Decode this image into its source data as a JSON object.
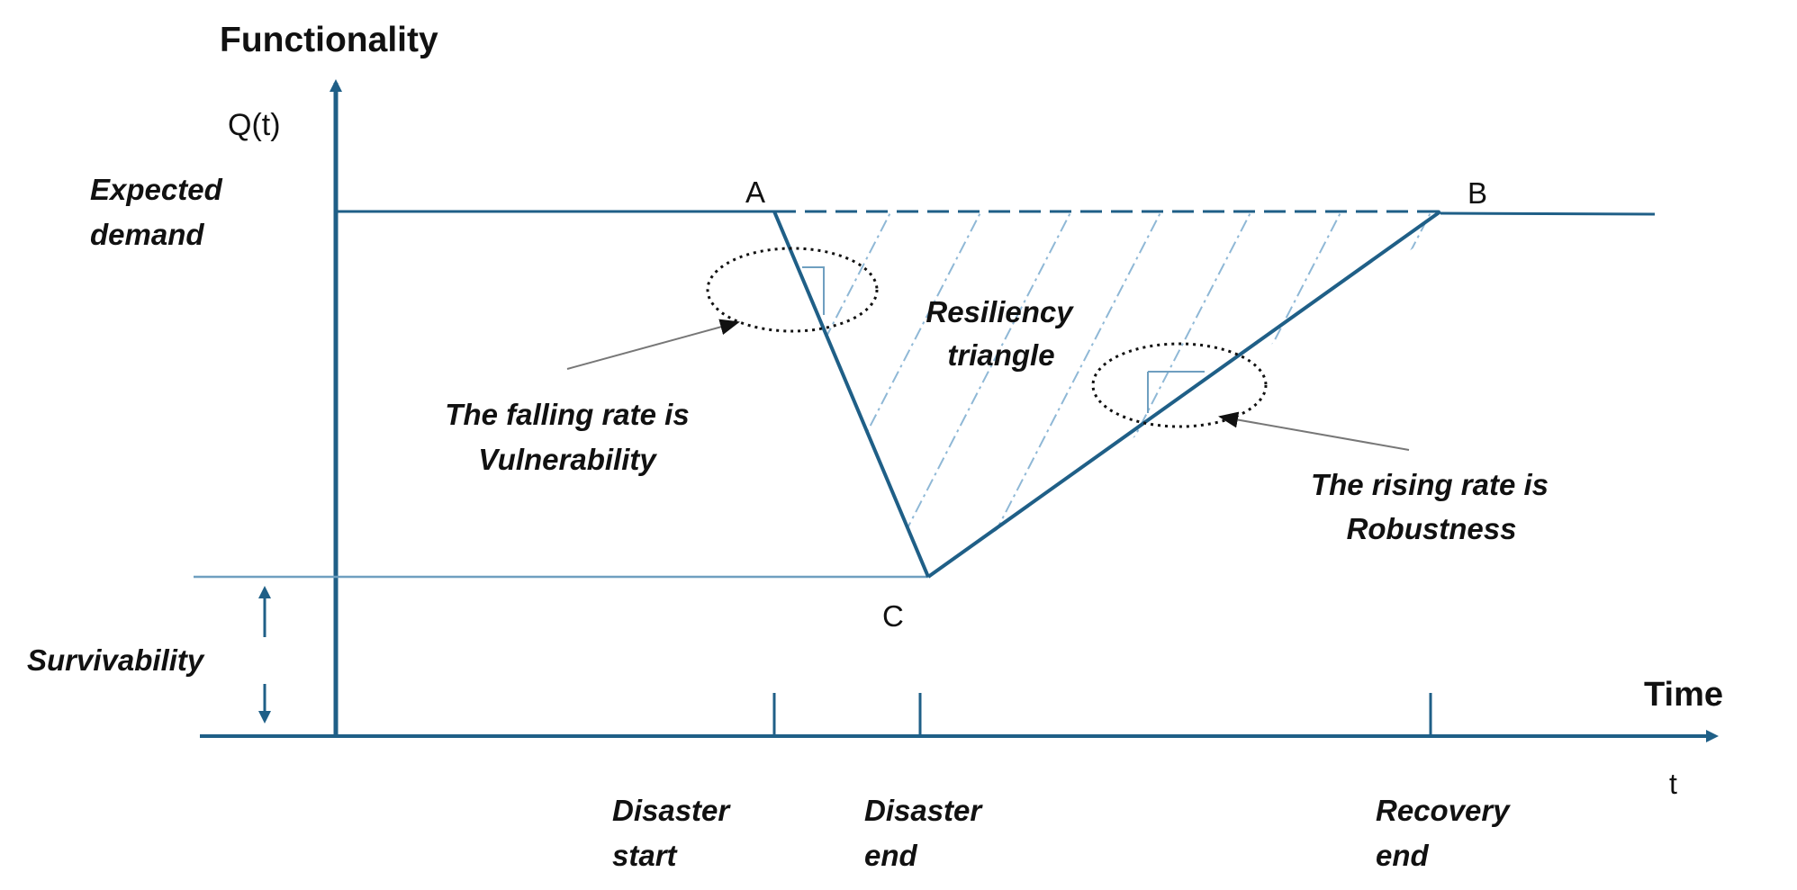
{
  "axes": {
    "y_title": "Functionality",
    "y_symbol": "Q(t)",
    "x_title": "Time",
    "x_symbol": "t"
  },
  "levels": {
    "expected_demand_line1": "Expected",
    "expected_demand_line2": "demand",
    "survivability": "Survivability"
  },
  "points": {
    "a": "A",
    "b": "B",
    "c": "C"
  },
  "annotations": {
    "resiliency_line1": "Resiliency",
    "resiliency_line2": "triangle",
    "falling_line1": "The falling rate is",
    "falling_line2": "Vulnerability",
    "rising_line1": "The rising rate is",
    "rising_line2": "Robustness"
  },
  "events": {
    "disaster_start_line1": "Disaster",
    "disaster_start_line2": "start",
    "disaster_end_line1": "Disaster",
    "disaster_end_line2": "end",
    "recovery_end_line1": "Recovery",
    "recovery_end_line2": "end"
  },
  "colors": {
    "main": "#1f5f87",
    "light": "#6f9fc0",
    "hatch": "#8fb8d6"
  }
}
